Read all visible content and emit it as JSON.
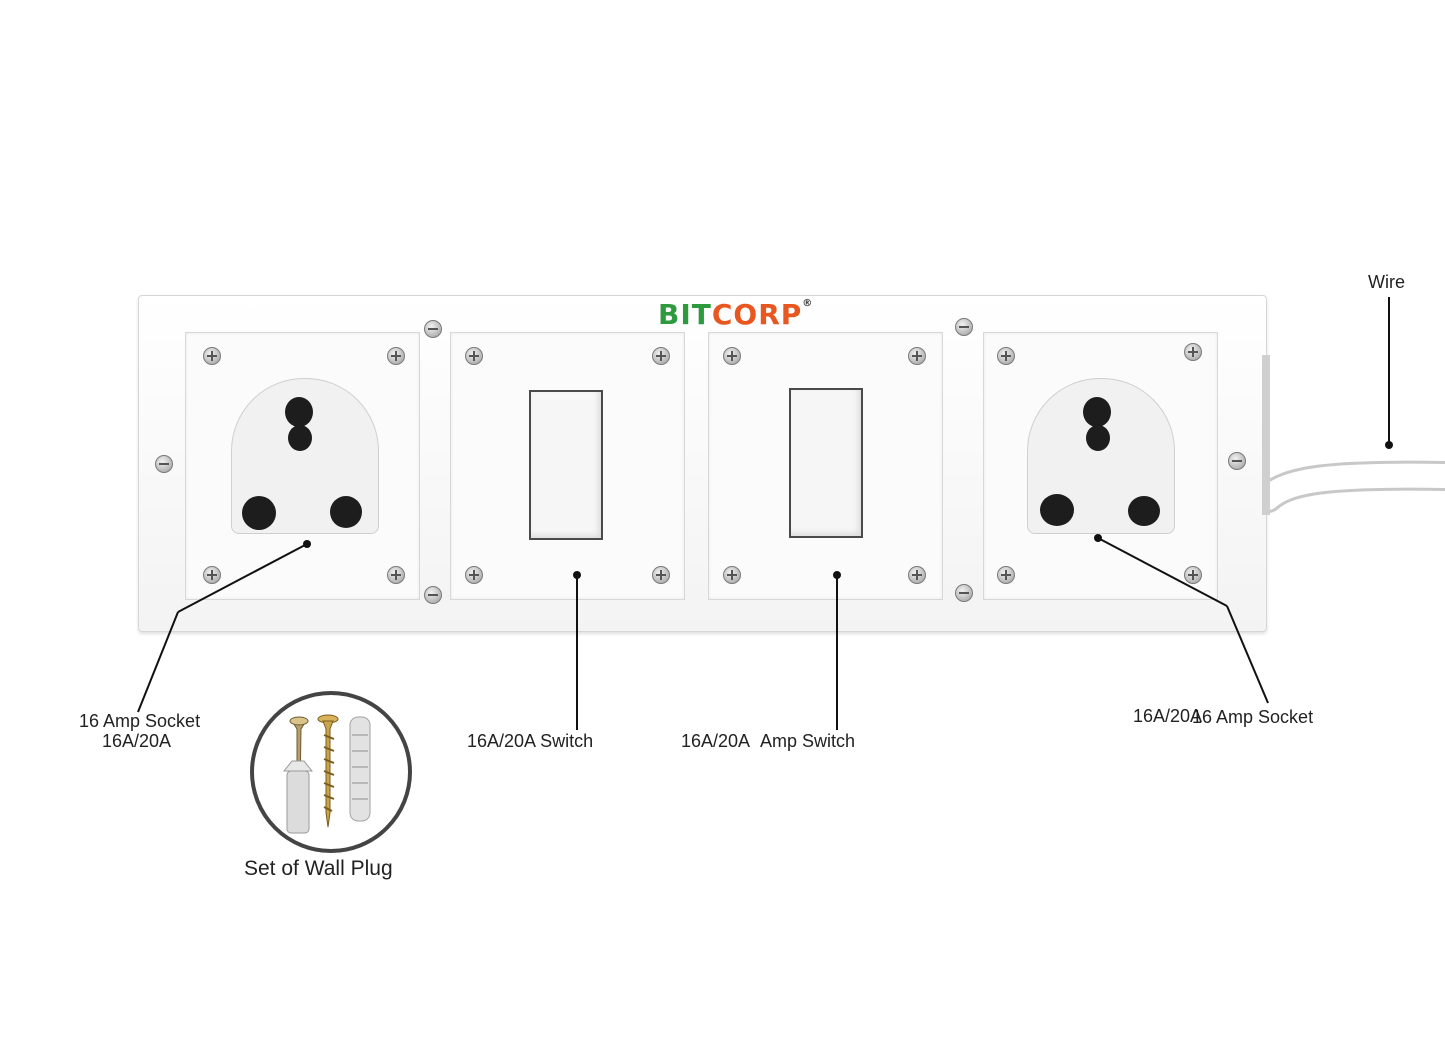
{
  "brand": {
    "name_green": "BIT",
    "name_orange": "CORP",
    "registered": "®",
    "color_green": "#2e9a3e",
    "color_orange": "#e8571f"
  },
  "labels": {
    "wire": "Wire",
    "left_socket_line1": "16 Amp Socket",
    "left_socket_line2": "16A/20A",
    "switch_left": "16A/20A Switch",
    "switch_right_a": "16A/20A",
    "switch_right_b": "Amp Switch",
    "right_socket_a": "16A/20A",
    "right_socket_b": "16 Amp Socket",
    "wall_plug": "Set of Wall Plug"
  },
  "icons": [
    "screw-icon",
    "socket-icon",
    "switch-icon",
    "wall-plug-icon"
  ]
}
